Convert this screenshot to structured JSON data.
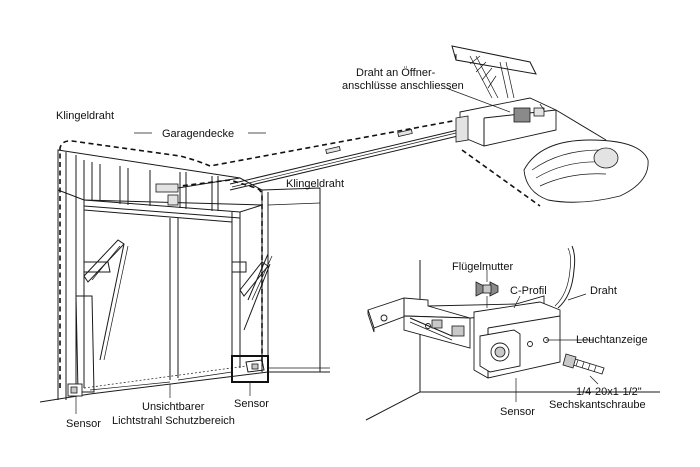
{
  "labels": {
    "opener_connection": [
      "Draht an Öffner-",
      "anschlüsse anschliessen"
    ],
    "bell_wire_left": "Klingeldraht",
    "ceiling": "Garagendecke",
    "bell_wire_right": "Klingeldraht",
    "wing_nut": "Flügelmutter",
    "c_profile": "C-Profil",
    "wire": "Draht",
    "indicator": "Leuchtanzeige",
    "bolt": [
      "1/4-20x1-1/2\"",
      "Sechskantschraube"
    ],
    "sensor_detail": "Sensor",
    "sensor_middle": "Sensor",
    "sensor_left": "Sensor",
    "beam_zone": [
      "Unsichtbarer",
      "Lichtstrahl Schutzbereich"
    ]
  }
}
